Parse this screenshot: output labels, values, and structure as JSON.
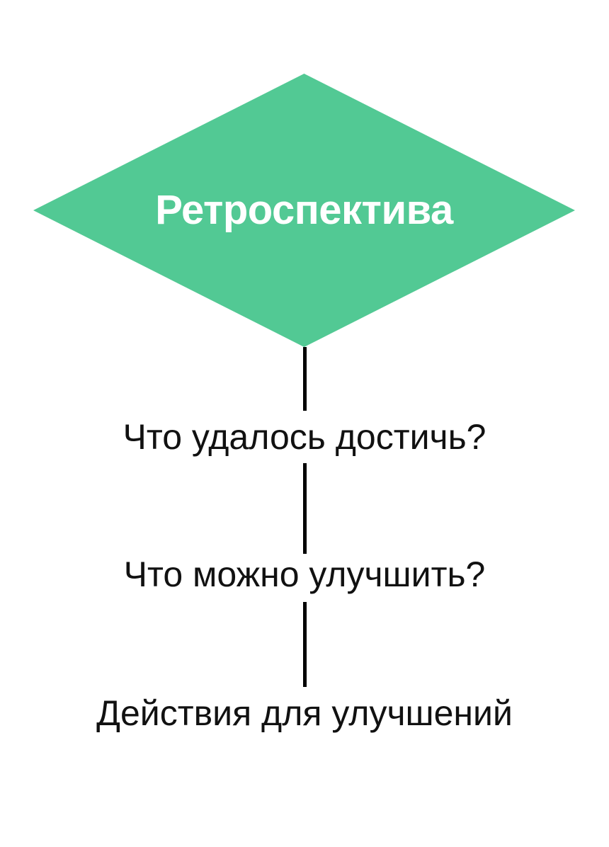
{
  "diagram": {
    "type": "flowchart",
    "orientation": "vertical",
    "background_color": "#ffffff",
    "title_node": {
      "shape": "diamond",
      "label": "Ретроспектива",
      "fill_color": "#52c994",
      "text_color": "#ffffff",
      "font_weight": "bold"
    },
    "connectors": [
      {
        "name": "connector-diamond-to-step-1",
        "color": "#000000",
        "style": "solid-vertical-line"
      },
      {
        "name": "connector-step-1-to-step-2",
        "color": "#000000",
        "style": "solid-vertical-line"
      },
      {
        "name": "connector-step-2-to-step-3",
        "color": "#000000",
        "style": "solid-vertical-line"
      }
    ],
    "steps": [
      {
        "label": "Что удалось достичь?",
        "text_color": "#111111"
      },
      {
        "label": "Что можно улучшить?",
        "text_color": "#111111"
      },
      {
        "label": "Действия для улучшений",
        "text_color": "#111111"
      }
    ]
  }
}
